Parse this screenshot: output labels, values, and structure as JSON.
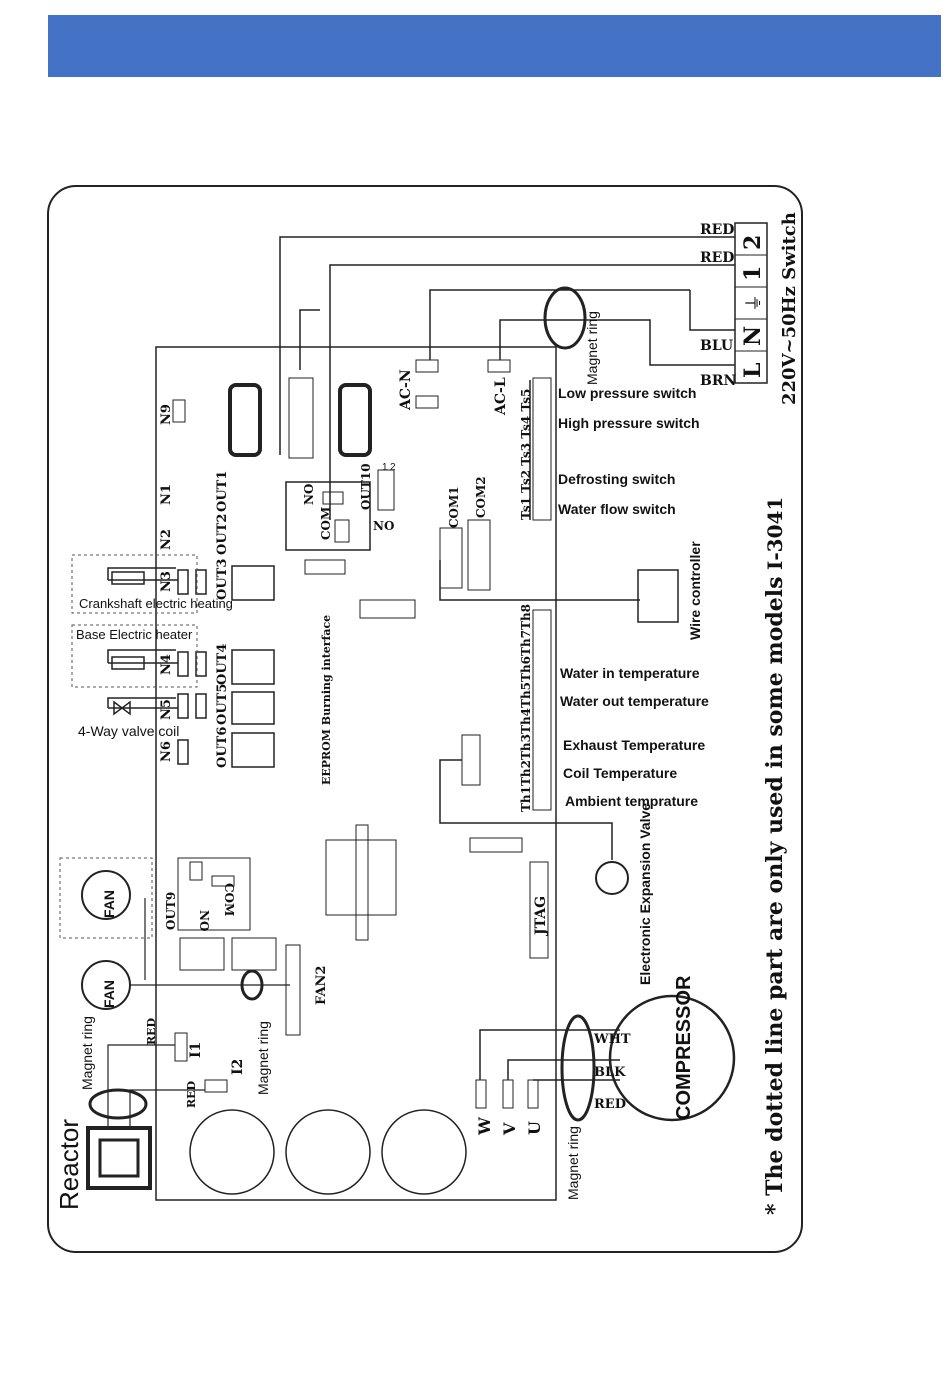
{
  "colors": {
    "header": "#4472c4",
    "ink": "#111111"
  },
  "board": {
    "terminals_left": [
      "N9",
      "N1",
      "N2",
      "N3",
      "N4",
      "N5",
      "N6"
    ],
    "outputs": [
      "OUT1",
      "OUT2",
      "OUT3",
      "OUT4",
      "OUT5",
      "OUT6",
      "OUT9",
      "OUT10"
    ],
    "relay_no": "NO",
    "relay_com": "COM",
    "ac_n": "AC-N",
    "ac_l": "AC-L",
    "com1": "COM1",
    "com2": "COM2",
    "switch_terms": "Ts1 Ts2 Ts3 Ts4 Ts5",
    "temp_terms_a": "Th1Th2Th3Th4Th5Th6Th7Th8",
    "eeprom": "EEPROM Burning interface",
    "jtag": "JTAG",
    "fan2": "FAN2",
    "i1": "I1",
    "i2": "I2",
    "w": "W",
    "v": "V",
    "u": "U",
    "dip_1": "1",
    "dip_2": "2",
    "out10_no": "NO"
  },
  "power": {
    "red1": "RED",
    "red2": "RED",
    "blu": "BLU",
    "brn": "BRN",
    "term_2": "2",
    "term_1": "1",
    "term_n": "N",
    "term_l": "L",
    "supply": "220V~50Hz Switch",
    "magnet_ring_top": "Magnet ring"
  },
  "switches": {
    "low_pressure": "Low pressure switch",
    "high_pressure": "High pressure switch",
    "defrosting": "Defrosting switch",
    "water_flow": "Water flow switch",
    "wire_controller": "Wire controller"
  },
  "temperatures": {
    "water_in": "Water in temperature",
    "water_out": "Water out temperature",
    "exhaust": "Exhaust Temperature",
    "coil": "Coil Temperature",
    "ambient": "Ambient temprature",
    "eev": "Electronic Expansion Valve"
  },
  "loads": {
    "crankshaft": "Crankshaft electric heating",
    "base_heater": "Base Electric heater",
    "four_way": "4-Way valve coil",
    "fan": "FAN",
    "reactor": "Reactor",
    "magnet_ring": "Magnet ring",
    "compressor": "COMPRESSOR",
    "wht": "WHT",
    "blk": "BLK",
    "red": "RED",
    "red_i1": "RED",
    "red_i2": "RED"
  },
  "notes": {
    "model": "I-3041",
    "dotted": "* The dotted line part are only used in some models"
  }
}
